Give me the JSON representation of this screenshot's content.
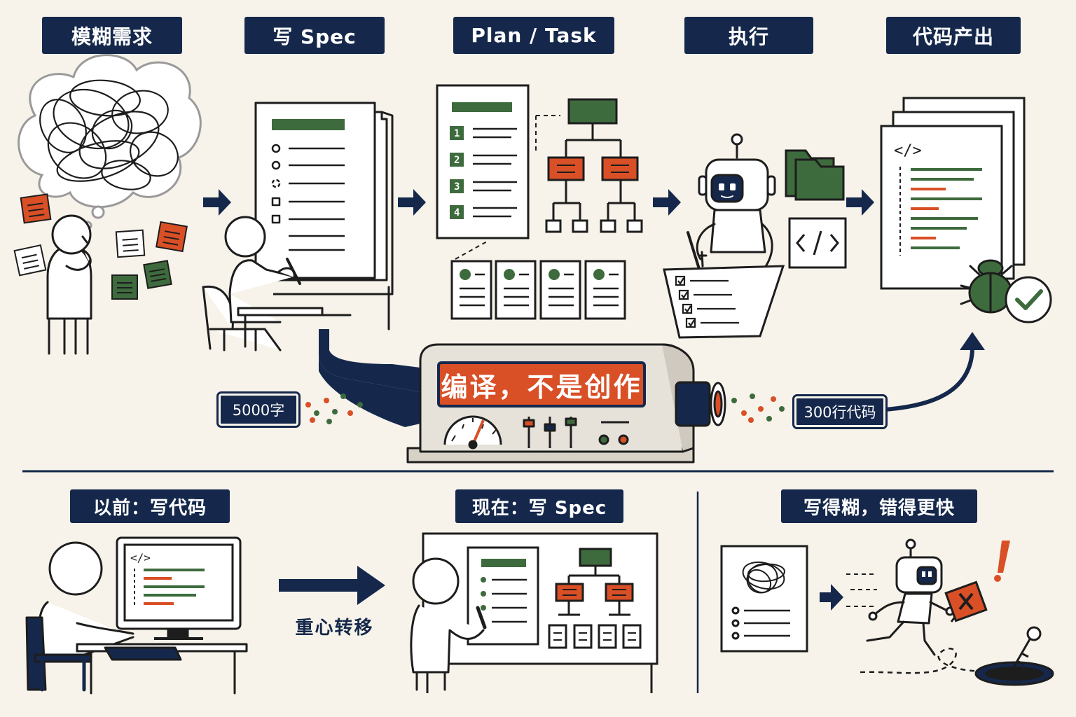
{
  "colors": {
    "navy": "#15284b",
    "orange": "#d94f26",
    "green": "#3e6b3d",
    "paper": "#f7f3ea",
    "line": "#1d1d1d"
  },
  "stages": [
    {
      "label": "模糊需求"
    },
    {
      "label": "写 Spec"
    },
    {
      "label": "Plan / Task"
    },
    {
      "label": "执行"
    },
    {
      "label": "代码产出"
    }
  ],
  "compiler": {
    "banner": "编译，不是创作",
    "input_label": "5000字",
    "output_label": "300行代码"
  },
  "bottom": {
    "before_label": "以前：写代码",
    "now_label": "现在：写 Spec",
    "shift_caption": "重心转移",
    "warning_label": "写得糊，错得更快"
  },
  "icons": [
    "tangled-thought-cloud-icon",
    "thinking-person-icon",
    "sticky-note-icon",
    "spec-document-icon",
    "writing-person-icon",
    "plan-checklist-icon",
    "task-tree-icon",
    "task-card-icon",
    "robot-icon",
    "folder-icon",
    "code-file-icon",
    "code-stack-icon",
    "bug-icon",
    "check-icon",
    "gauge-icon",
    "monitor-icon",
    "running-robot-icon",
    "warning-sign-icon",
    "exclamation-icon",
    "key-icon",
    "pit-icon"
  ],
  "code_glyph": "</>"
}
